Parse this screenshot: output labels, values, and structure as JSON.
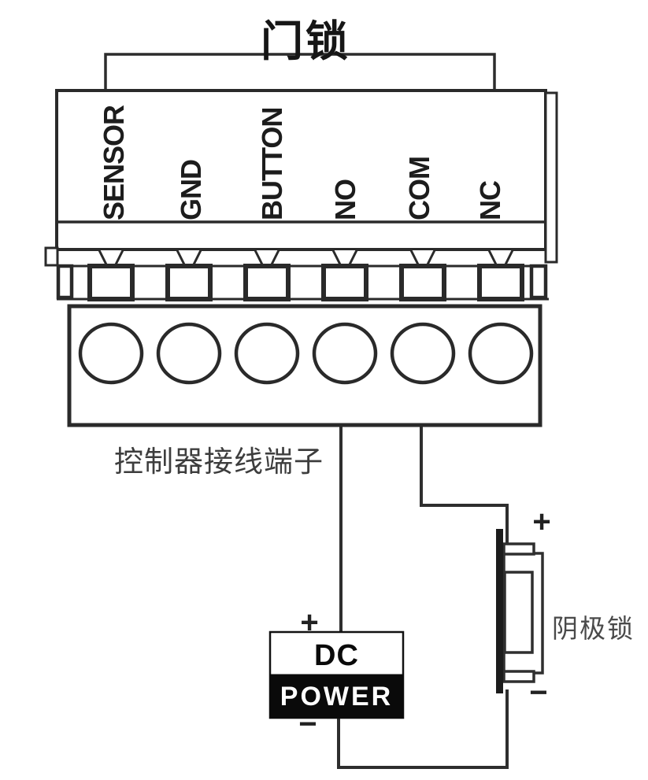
{
  "diagram": {
    "title": "门锁",
    "terminal_block": {
      "labels": [
        "SENSOR",
        "GND",
        "BUTTON",
        "NO",
        "COM",
        "NC"
      ],
      "caption": "控制器接线端子"
    },
    "dc_power": {
      "line1": "DC",
      "line2": "POWER"
    },
    "lock": {
      "label": "阴极锁"
    },
    "signs": {
      "plus": "+",
      "minus": "−"
    },
    "connections": [
      {
        "from": "NO terminal",
        "to": "DC POWER +"
      },
      {
        "from": "COM terminal",
        "to": "阴极锁 +"
      },
      {
        "from": "DC POWER −",
        "to": "阴极锁 −"
      }
    ],
    "colors": {
      "line": "#2c2c2c",
      "text": "#1c1c1c",
      "power_bg": "#0a0a0a",
      "power_text": "#ffffff"
    }
  }
}
